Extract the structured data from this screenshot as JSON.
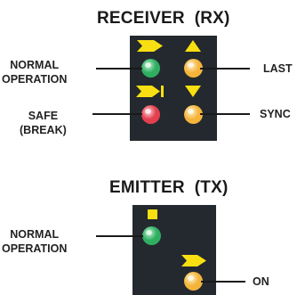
{
  "receiver": {
    "title": "RECEIVER  (RX)",
    "labels": {
      "normal_operation": "NORMAL\nOPERATION",
      "safe_break": "SAFE\n(BREAK)",
      "last": "LAST",
      "sync": "SYNC"
    },
    "leds": {
      "normal": {
        "color": "#2fae62",
        "shine": "#bff2cf"
      },
      "last": {
        "color": "#f4b43a",
        "shine": "#fff1c9"
      },
      "safe": {
        "color": "#e3404f",
        "shine": "#ffd0d6"
      },
      "sync": {
        "color": "#f4b43a",
        "shine": "#fff1c9"
      }
    },
    "icons": [
      "arrow-right-icon",
      "triangle-up-icon",
      "arrow-right-bar-icon",
      "triangle-down-icon"
    ]
  },
  "emitter": {
    "title": "EMITTER  (TX)",
    "labels": {
      "normal_operation": "NORMAL\nOPERATION",
      "on": "ON"
    },
    "leds": {
      "normal": {
        "color": "#2fae62",
        "shine": "#bff2cf"
      },
      "on": {
        "color": "#f4b43a",
        "shine": "#fff1c9"
      }
    },
    "icons": [
      "square-icon",
      "arrow-right-icon"
    ]
  },
  "colors": {
    "panel": "#23292e",
    "symbol_yellow": "#f8df12",
    "line": "#1a1a1a"
  }
}
